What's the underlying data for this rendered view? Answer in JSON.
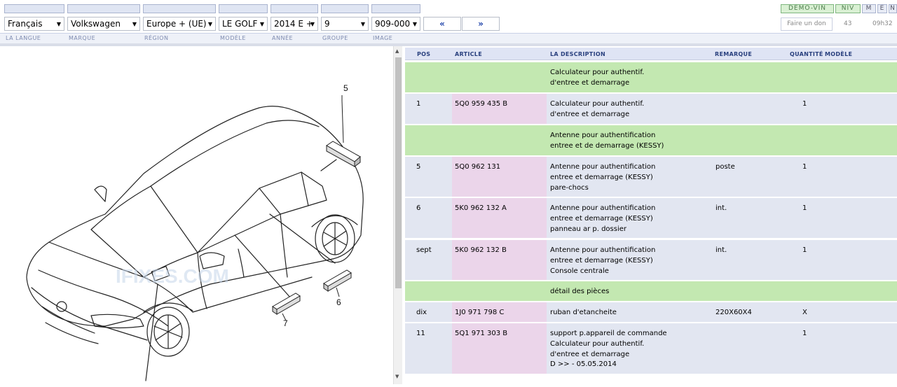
{
  "toolbar": {
    "language": "Français",
    "brand": "Volkswagen",
    "region": "Europe + (UE)",
    "model": "LE GOLF",
    "year": "2014 E +",
    "group": "9",
    "image": "909-000",
    "prev_label": "«",
    "next_label": "»",
    "labels": {
      "language": "LA LANGUE",
      "brand": "MARQUE",
      "region": "RÉGION",
      "model": "MODÈLE",
      "year": "ANNÉE",
      "group": "GROUPE",
      "image": "IMAGE"
    },
    "demo_vin": "DEMO-VIN",
    "niv": "NIV",
    "m": "M",
    "e": "E",
    "n": "N",
    "donate": "Faire un don",
    "counter": "43",
    "time": "09h32"
  },
  "diagram": {
    "callouts": [
      "5",
      "6",
      "7"
    ],
    "watermark": "IFIXES.COM"
  },
  "table": {
    "headers": {
      "pos": "POS",
      "article": "ARTICLE",
      "description": "LA DESCRIPTION",
      "remark": "REMARQUE",
      "qty": "QUANTITÉ",
      "model": "MODÈLE"
    },
    "rows": [
      {
        "type": "section",
        "pos": "",
        "article": "",
        "description": "Calculateur pour authentif.\nd'entree et demarrage",
        "remark": "",
        "qty": ""
      },
      {
        "type": "item",
        "pos": "1",
        "article": "5Q0 959 435 B",
        "description": "Calculateur pour authentif.\nd'entree et demarrage",
        "remark": "",
        "qty": "1"
      },
      {
        "type": "section",
        "pos": "",
        "article": "",
        "description": "Antenne pour authentification\nentree et de demarrage (KESSY)",
        "remark": "",
        "qty": ""
      },
      {
        "type": "item",
        "pos": "5",
        "article": "5Q0 962 131",
        "description": "Antenne pour authentification\nentree et demarrage (KESSY)\npare-chocs",
        "remark": "poste",
        "qty": "1"
      },
      {
        "type": "item",
        "pos": "6",
        "article": "5K0 962 132 A",
        "description": "Antenne pour authentification\nentree et demarrage (KESSY)\npanneau ar p. dossier",
        "remark": "int.",
        "qty": "1"
      },
      {
        "type": "item",
        "pos": "sept",
        "article": "5K0 962 132 B",
        "description": "Antenne pour authentification\nentree et demarrage (KESSY)\nConsole centrale",
        "remark": "int.",
        "qty": "1"
      },
      {
        "type": "section",
        "pos": "",
        "article": "",
        "description": "détail des pièces",
        "remark": "",
        "qty": ""
      },
      {
        "type": "item",
        "pos": "dix",
        "article": "1J0 971 798 C",
        "description": "ruban d'etancheite",
        "remark": "220X60X4",
        "qty": "X"
      },
      {
        "type": "item",
        "pos": "11",
        "article": "5Q1 971 303 B",
        "description": "support p.appareil de commande\nCalculateur pour authentif.\nd'entree et demarrage\nD >> - 05.05.2014",
        "remark": "",
        "qty": "1"
      }
    ]
  }
}
